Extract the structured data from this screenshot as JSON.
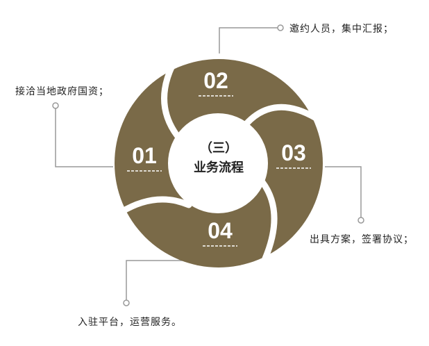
{
  "colors": {
    "segment": "#7a6a48",
    "line": "#999999"
  },
  "center": {
    "line1": "（三）",
    "line2": "业务流程"
  },
  "steps": [
    {
      "number": "01",
      "text": "接洽当地政府国资；"
    },
    {
      "number": "02",
      "text": "邀约人员，集中汇报；"
    },
    {
      "number": "03",
      "text": "出具方案，签署协议；"
    },
    {
      "number": "04",
      "text": "入驻平台，运营服务。"
    }
  ]
}
